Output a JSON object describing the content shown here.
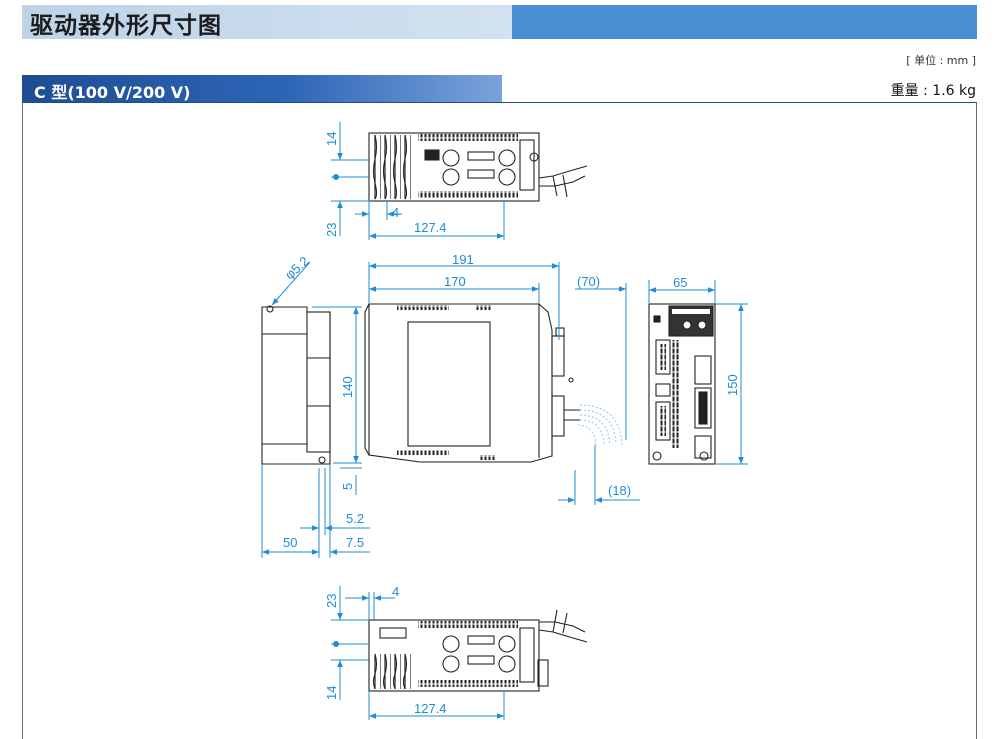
{
  "header": {
    "title": "驱动器外形尺寸图"
  },
  "unit_note": "[ 单位 : mm ]",
  "section": {
    "title": "C 型(100 V/200 V)",
    "weight": "重量 : 1.6 kg"
  },
  "dimensions": {
    "top_view": {
      "d14": "14",
      "d23": "23",
      "d4": "4",
      "d127": "127.4"
    },
    "front_view": {
      "d191": "191",
      "d170": "170",
      "d70": "(70)",
      "d5_2_dia": "φ5.2",
      "d140": "140",
      "d5": "5",
      "d5_2": "5.2",
      "d50": "50",
      "d7_5": "7.5",
      "d18": "(18)"
    },
    "side_view": {
      "d65": "65",
      "d150": "150"
    },
    "bottom_view": {
      "d23": "23",
      "d4": "4",
      "d14": "14",
      "d127": "127.4"
    }
  },
  "colors": {
    "dimension": "#1f8dd6",
    "outline": "#222222",
    "section_bar": "#1f4d94",
    "header_accent": "#4a8fd3"
  }
}
